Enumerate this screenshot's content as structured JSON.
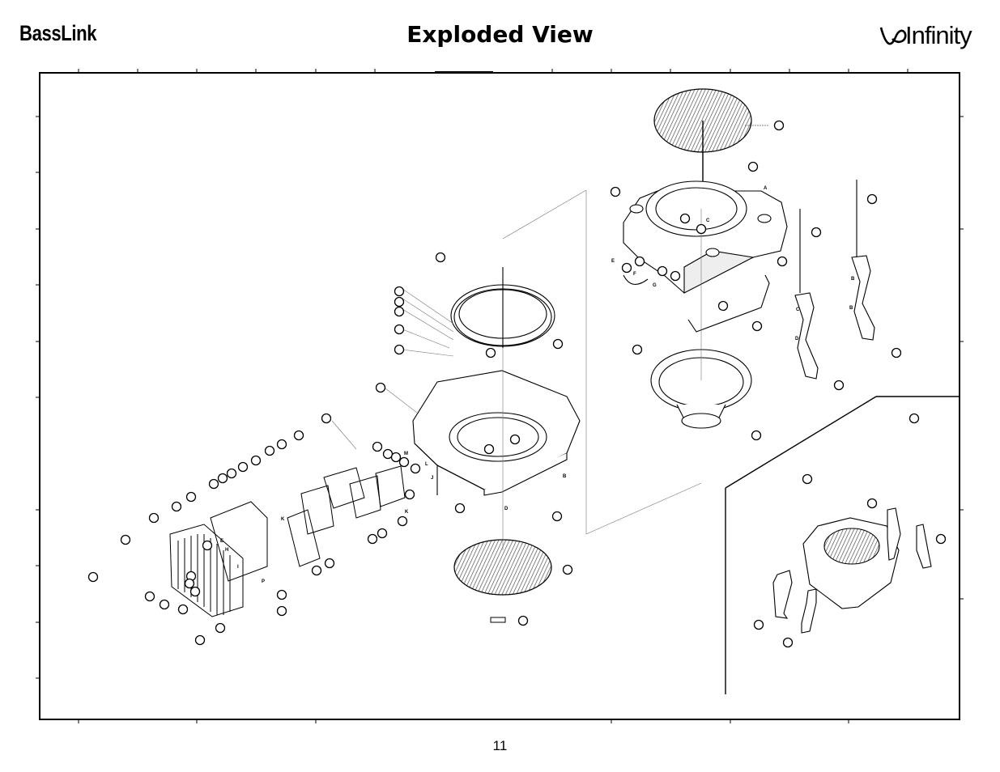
{
  "header": {
    "brand": "BassLink",
    "title": "Exploded View",
    "logo_text": "Infinity"
  },
  "diagram": {
    "callout_letters": [
      "A",
      "C",
      "E",
      "F",
      "G",
      "B",
      "D",
      "H",
      "I",
      "J",
      "K",
      "L",
      "M",
      "P",
      "B",
      "D",
      "E"
    ]
  },
  "footer": {
    "page_number": "11"
  },
  "colors": {
    "line": "#000000",
    "background": "#ffffff",
    "hatch": "#555555"
  }
}
